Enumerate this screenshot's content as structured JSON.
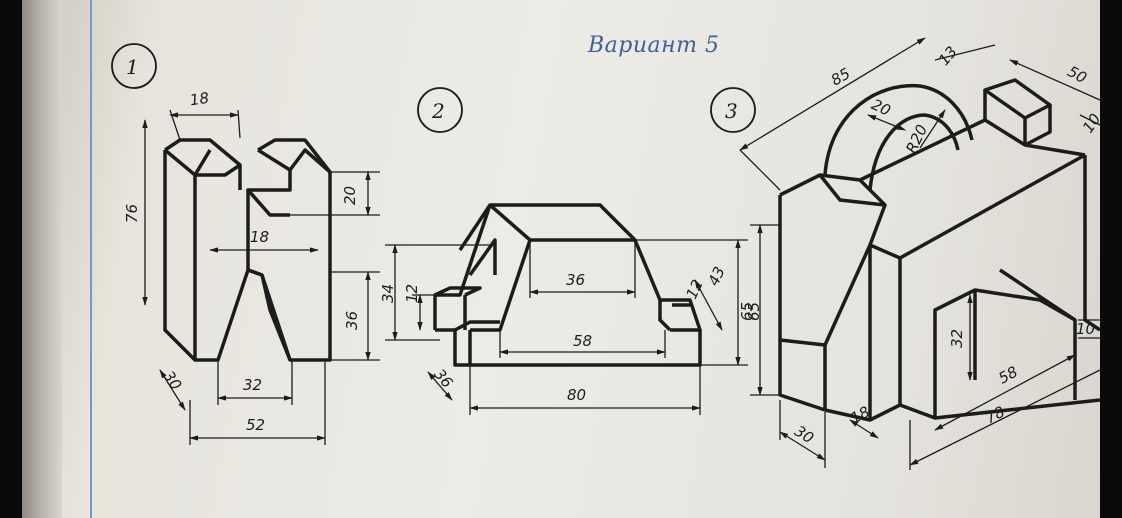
{
  "title": "Вариант 5",
  "figures": [
    {
      "id": "1",
      "dims": {
        "top_slot": "18",
        "height": "76",
        "right_notch": "20",
        "mid_gap": "18",
        "lower_right": "36",
        "bottom_gap": "32",
        "depth": "30",
        "width": "52"
      }
    },
    {
      "id": "2",
      "dims": {
        "top_width": "36",
        "left_height": "34",
        "left_step": "12",
        "right_small": "12",
        "right_height": "43",
        "mid_width": "58",
        "depth": "36",
        "base_width": "80"
      }
    },
    {
      "id": "3",
      "dims": {
        "arc_len": "85",
        "arc_thick": "20",
        "radius": "R20",
        "top_small": "13",
        "top_right": "50",
        "right_edge": "10",
        "height": "65",
        "inner_h": "32",
        "right_step": "10",
        "inner_w": "58",
        "depth_small": "18",
        "base": "78",
        "depth": "30"
      }
    }
  ],
  "colors": {
    "ink": "#1c1c1c",
    "margin_line": "#7a95c7",
    "title": "#3f5f9c"
  }
}
